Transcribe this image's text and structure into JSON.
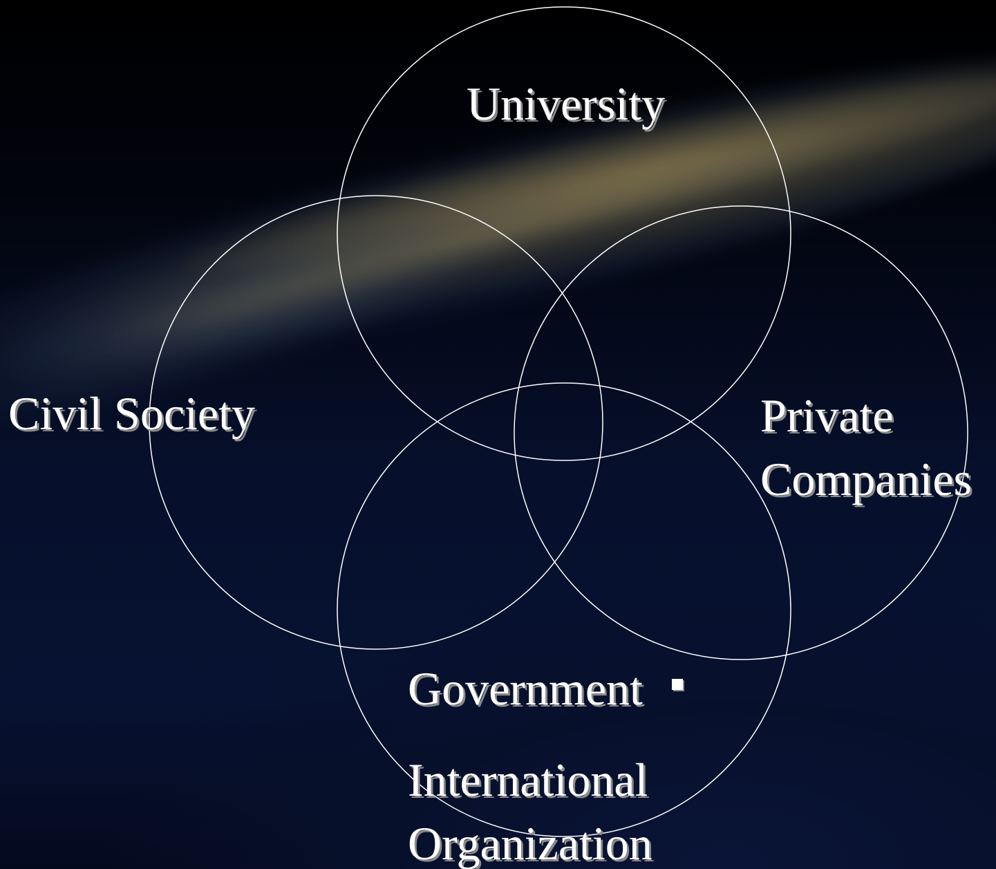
{
  "diagram": {
    "circles": [
      {
        "id": "university",
        "label": "University"
      },
      {
        "id": "civil_society",
        "label": "Civil Society"
      },
      {
        "id": "private_companies",
        "label": "Private\nCompanies"
      },
      {
        "id": "government",
        "label": "Government"
      }
    ],
    "extra_label": "International\nOrganization",
    "colors": {
      "circle_stroke": "#ffffff",
      "text": "#ffffff",
      "text_shadow": "#8a8a8a",
      "background": "#02030a"
    }
  }
}
